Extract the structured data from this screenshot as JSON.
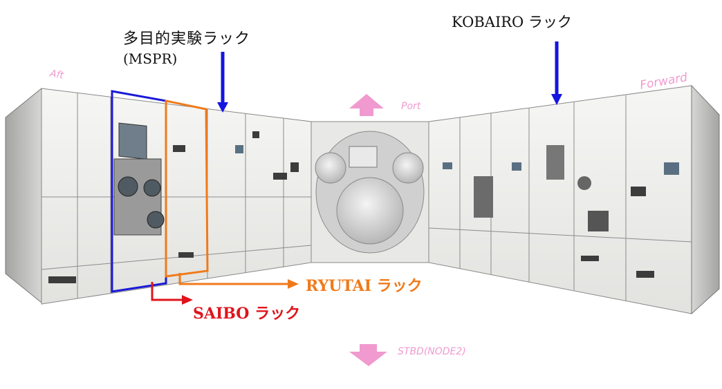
{
  "labels": {
    "mspr_line1": "多目的実験ラック",
    "mspr_line2": "(MSPR)",
    "kobairo": "KOBAIRO ラック",
    "ryutai": "RYUTAI ラック",
    "saibo": "SAIBO ラック"
  },
  "directions": {
    "aft": "Aft",
    "forward": "Forward",
    "port": "Port",
    "stbd": "STBD(NODE2)"
  },
  "colors": {
    "black_label": "#111111",
    "ryutai_orange": "#f07a1a",
    "saibo_red": "#e0141c",
    "arrow_blue": "#1515e0",
    "highlight_blue": "#1a1ad8",
    "direction_pink": "#f09ad0",
    "rack_panel": "#f1f1ef",
    "rack_line": "#8b8b8b"
  }
}
